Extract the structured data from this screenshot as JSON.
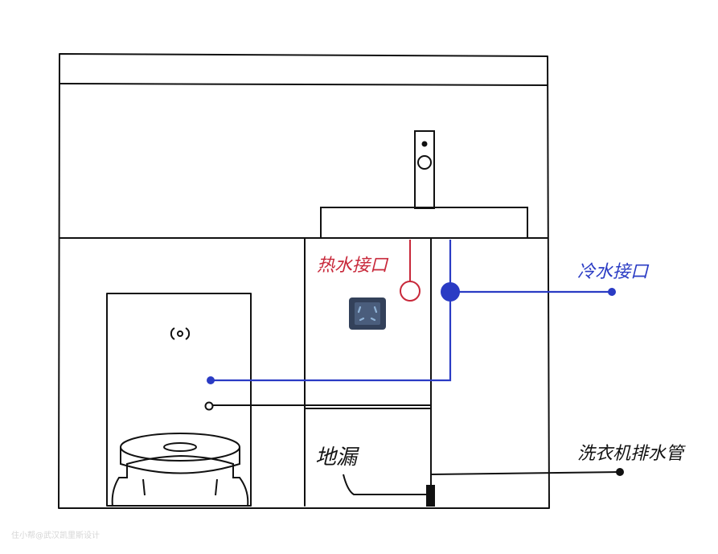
{
  "labels": {
    "hot_water": "热水接口",
    "cold_water": "冷水接口",
    "floor_drain": "地漏",
    "washer_drain": "洗衣机排水管"
  },
  "watermark": "住小帮@武汉凯里斯设计",
  "colors": {
    "hot": "#c8283a",
    "cold": "#2a3bc4",
    "line": "#111111",
    "socket_bg": "#33415a",
    "socket_face": "#8fb2d6"
  },
  "icons": [
    "faucet-icon",
    "socket-icon",
    "robot-vacuum-icon",
    "power-button-icon"
  ]
}
